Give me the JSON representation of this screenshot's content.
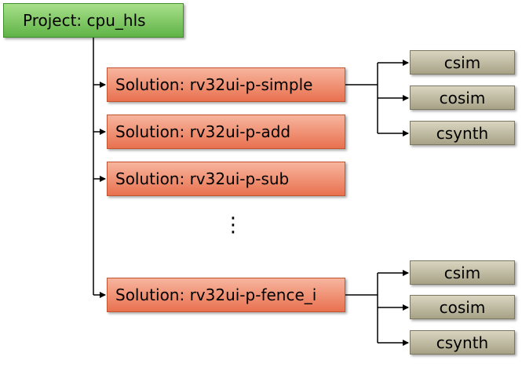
{
  "project": {
    "label": "Project: cpu_hls"
  },
  "solutions": [
    {
      "label": "Solution: rv32ui-p-simple",
      "tasks": [
        "csim",
        "cosim",
        "csynth"
      ]
    },
    {
      "label": "Solution: rv32ui-p-add"
    },
    {
      "label": "Solution: rv32ui-p-sub"
    },
    {
      "label": "Solution: rv32ui-p-fence_i",
      "tasks": [
        "csim",
        "cosim",
        "csynth"
      ]
    }
  ],
  "ellipsis": "⋮",
  "colors": {
    "project": "#5fb347",
    "solution": "#e8714f",
    "task": "#a7a286",
    "connector": "#000000"
  }
}
